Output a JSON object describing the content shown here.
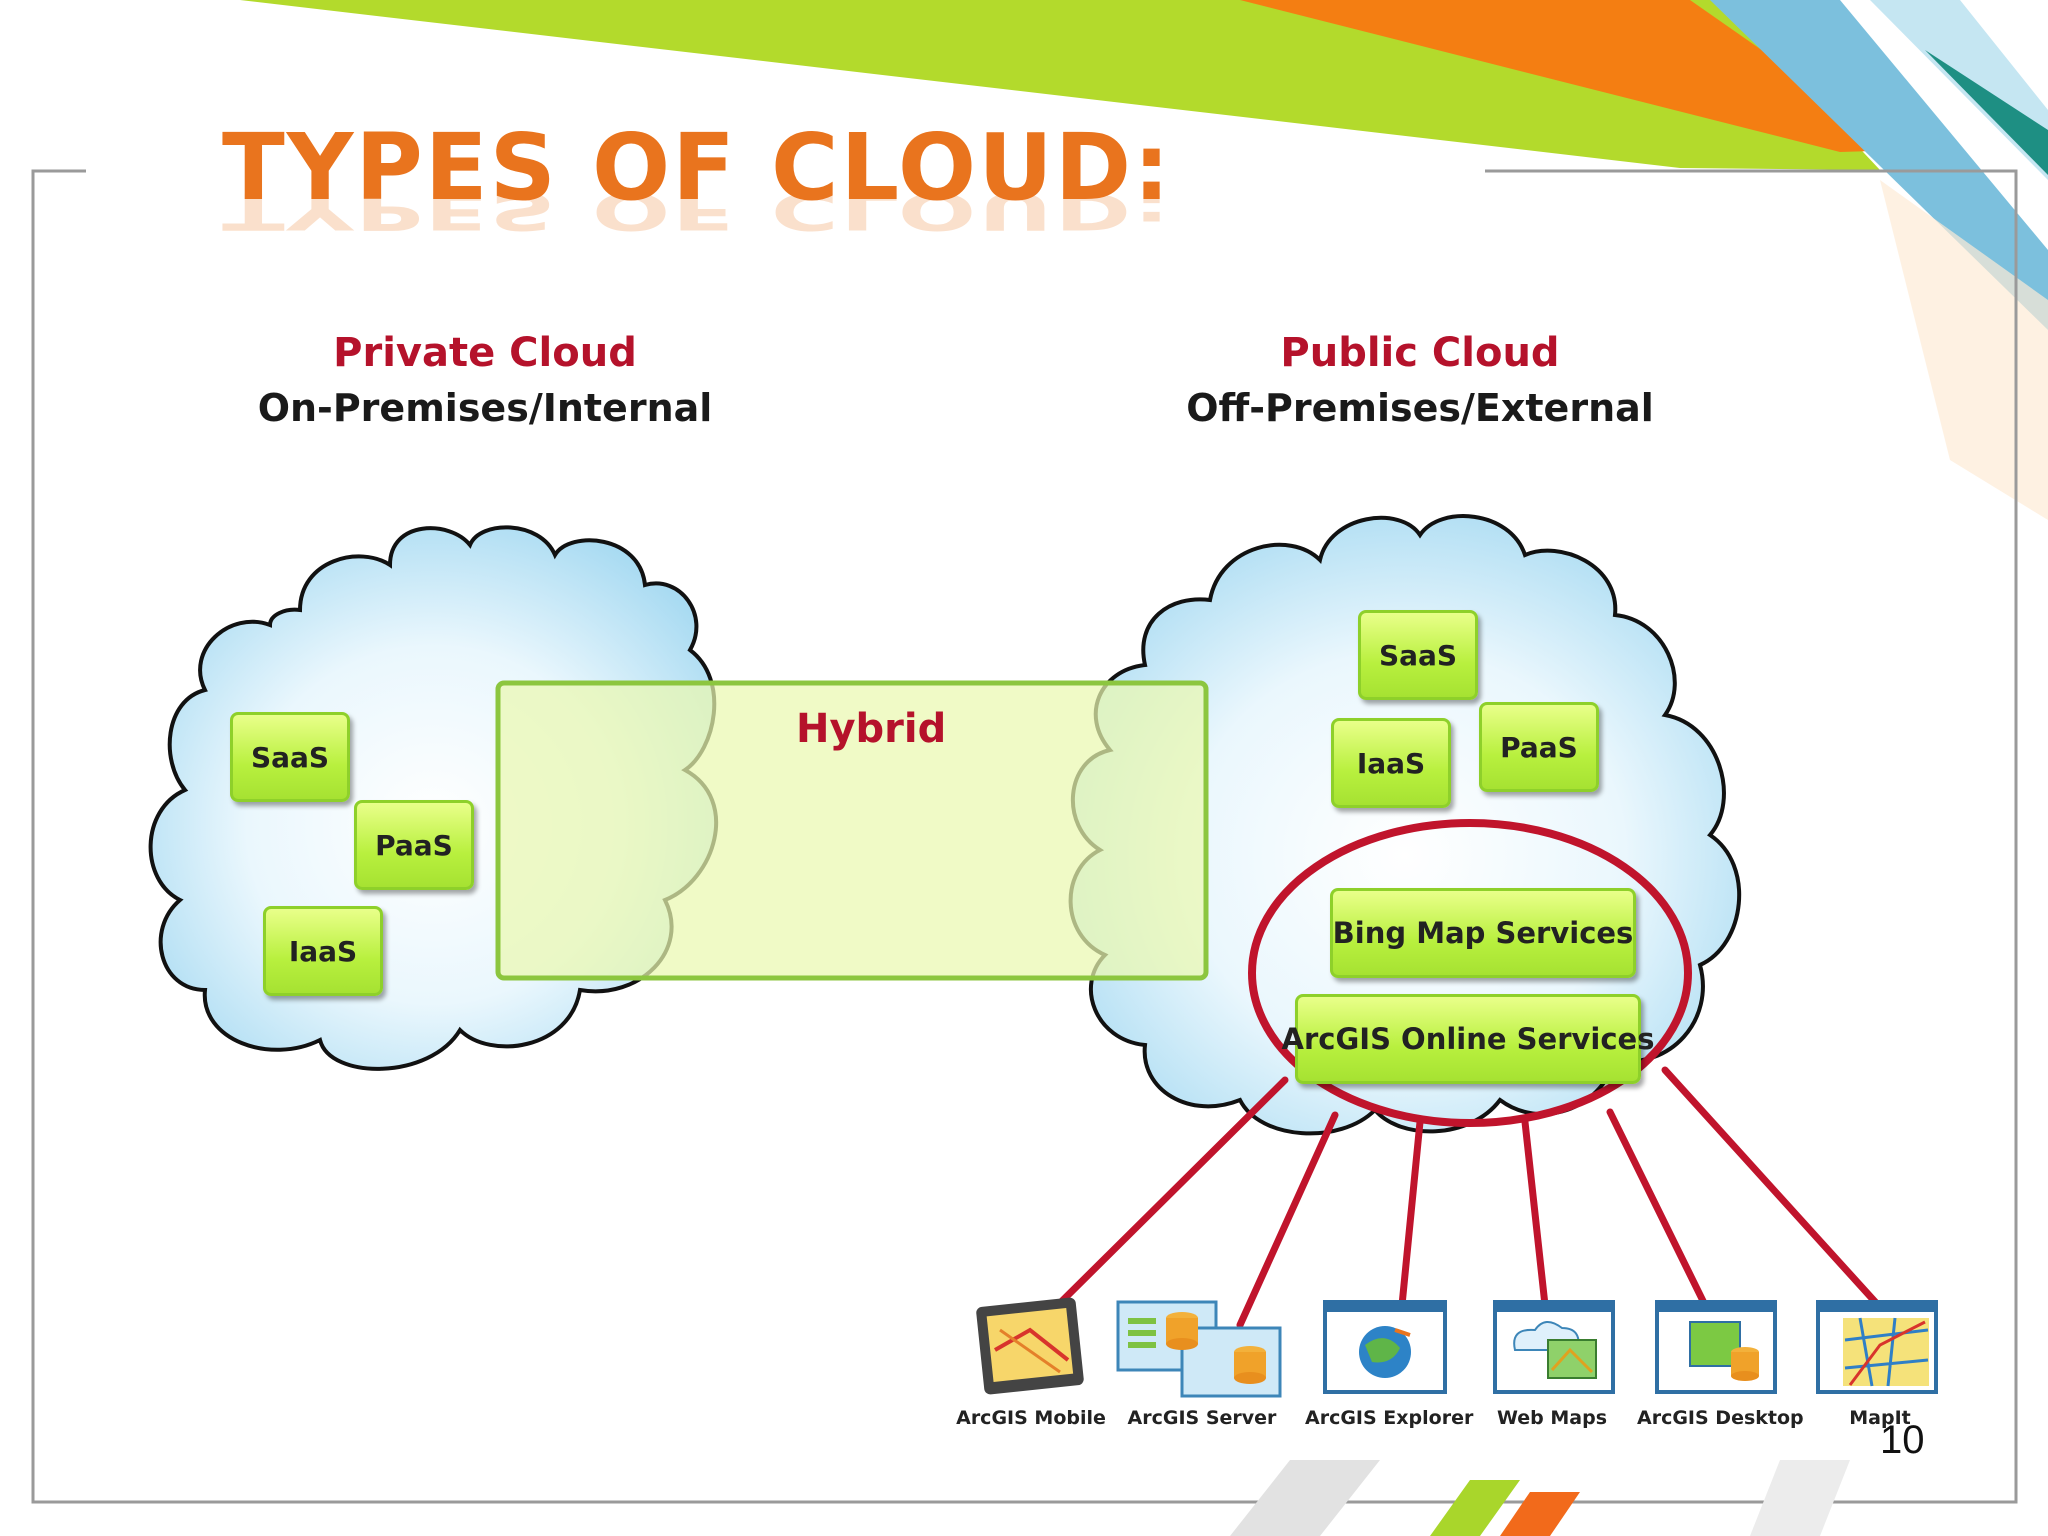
{
  "slide": {
    "title": "TYPES OF CLOUD:",
    "page_number": "10"
  },
  "private_cloud": {
    "title": "Private Cloud",
    "subtitle": "On-Premises/Internal",
    "services": [
      "SaaS",
      "PaaS",
      "IaaS"
    ]
  },
  "public_cloud": {
    "title": "Public Cloud",
    "subtitle": "Off-Premises/External",
    "services": [
      "SaaS",
      "IaaS",
      "PaaS"
    ],
    "online_services": [
      "Bing Map Services",
      "ArcGIS Online Services"
    ]
  },
  "hybrid": {
    "label": "Hybrid"
  },
  "clients": [
    {
      "label": "ArcGIS Mobile",
      "icon": "tablet-map-icon"
    },
    {
      "label": "ArcGIS Server",
      "icon": "server-database-icon"
    },
    {
      "label": "ArcGIS Explorer",
      "icon": "globe-window-icon"
    },
    {
      "label": "Web Maps",
      "icon": "cloud-map-window-icon"
    },
    {
      "label": "ArcGIS Desktop",
      "icon": "desktop-map-window-icon"
    },
    {
      "label": "MapIt",
      "icon": "street-map-window-icon"
    }
  ],
  "colors": {
    "title_orange": "#e9741e",
    "label_red": "#b5122b",
    "service_green": "#b8f03e",
    "cloud_blue": "#bfe4f6",
    "connector_red": "#c0142c",
    "banner_green": "#a9d62b",
    "banner_orange": "#f47e12",
    "banner_blue": "#6fb9d8",
    "banner_teal": "#1e8f83"
  }
}
